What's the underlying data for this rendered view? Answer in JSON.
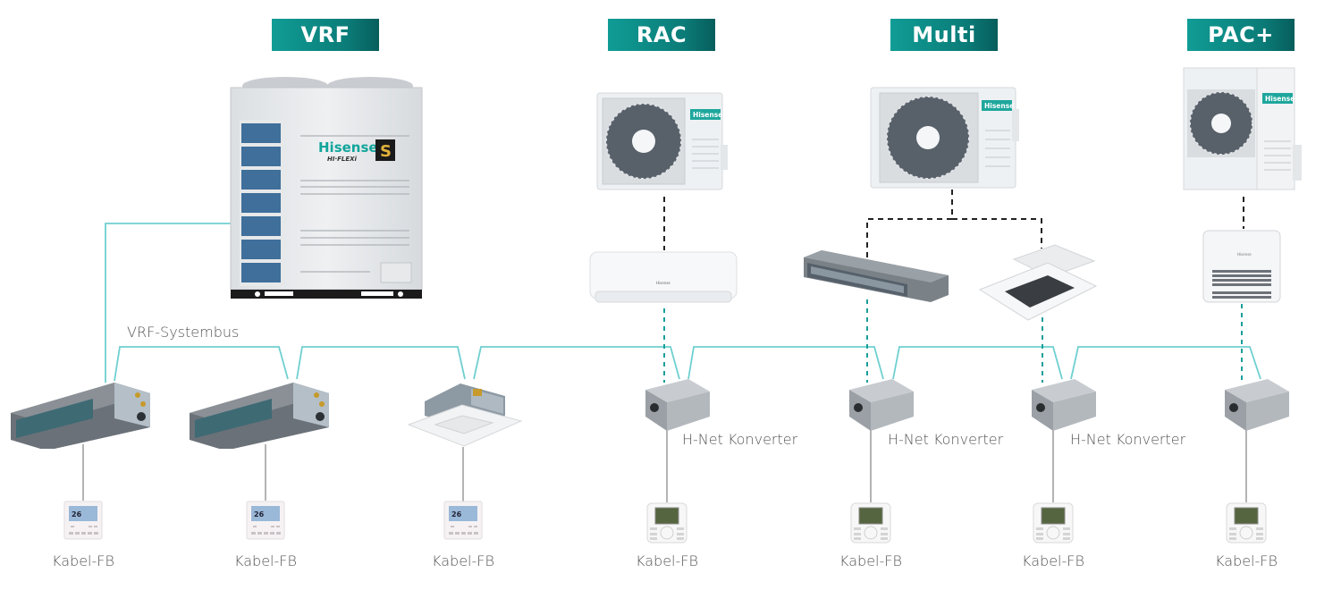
{
  "diagram": {
    "systems": [
      {
        "id": "vrf",
        "badge": "VRF"
      },
      {
        "id": "rac",
        "badge": "RAC"
      },
      {
        "id": "multi",
        "badge": "Multi"
      },
      {
        "id": "pac",
        "badge": "PAC+"
      }
    ],
    "outdoor_units": [
      {
        "system": "vrf",
        "type": "vrf-outdoor-unit",
        "brand": "Hisense",
        "model_badge": "HI-FLEXi",
        "series_mark": "S"
      },
      {
        "system": "rac",
        "type": "split-outdoor-unit",
        "brand": "Hisense"
      },
      {
        "system": "multi",
        "type": "split-outdoor-unit",
        "brand": "Hisense"
      },
      {
        "system": "pac",
        "type": "large-outdoor-unit",
        "brand": "Hisense"
      }
    ],
    "indoor_units": [
      {
        "system": "vrf",
        "type": "ducted-unit"
      },
      {
        "system": "vrf",
        "type": "ducted-unit"
      },
      {
        "system": "vrf",
        "type": "cassette-unit"
      },
      {
        "system": "rac",
        "type": "wall-split-unit"
      },
      {
        "system": "multi",
        "type": "ducted-unit"
      },
      {
        "system": "multi",
        "type": "cassette-unit"
      },
      {
        "system": "pac",
        "type": "console-unit"
      }
    ],
    "bus_label": "VRF-Systembus",
    "converter_label": "H-Net Konverter",
    "converters_count": 4,
    "converter_labels": [
      "H-Net Konverter",
      "H-Net Konverter",
      "H-Net Konverter"
    ],
    "controllers": [
      {
        "label": "Kabel-FB",
        "type": "lcd-temperature",
        "display": "26"
      },
      {
        "label": "Kabel-FB",
        "type": "lcd-temperature",
        "display": "26"
      },
      {
        "label": "Kabel-FB",
        "type": "lcd-temperature",
        "display": "26"
      },
      {
        "label": "Kabel-FB",
        "type": "lcd-green"
      },
      {
        "label": "Kabel-FB",
        "type": "lcd-green"
      },
      {
        "label": "Kabel-FB",
        "type": "lcd-green"
      },
      {
        "label": "Kabel-FB",
        "type": "lcd-green"
      }
    ],
    "colors": {
      "badge": "#0b8a84",
      "bus_line": "#6fcfd0",
      "refrigerant_dash": "#222222",
      "converter_dash": "#1a9e9a",
      "controller_wire": "#9a9a9a",
      "text": "#555555"
    }
  }
}
